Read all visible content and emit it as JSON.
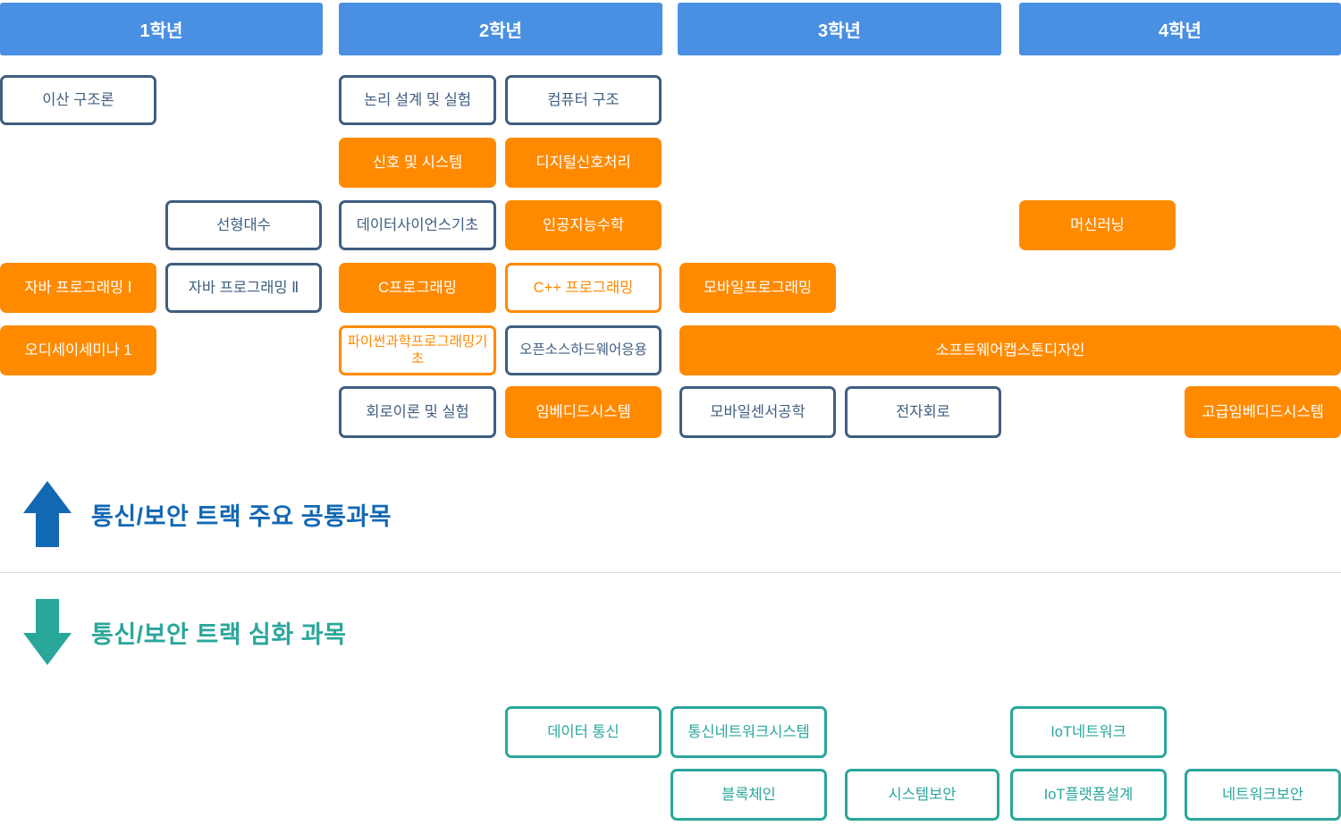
{
  "years": {
    "y1": "1학년",
    "y2": "2학년",
    "y3": "3학년",
    "y4": "4학년"
  },
  "courses": {
    "discrete_structures": "이산 구조론",
    "logic_design_lab": "논리 설계 및 실험",
    "computer_architecture": "컴퓨터 구조",
    "signals_systems": "신호 및 시스템",
    "digital_signal_processing": "디지털신호처리",
    "linear_algebra": "선형대수",
    "data_science_basics": "데이터사이언스기초",
    "ai_math": "인공지능수학",
    "machine_learning": "머신러닝",
    "java_programming_1": "자바 프로그래밍 Ⅰ",
    "java_programming_2": "자바 프로그래밍 Ⅱ",
    "c_programming": "C프로그래밍",
    "cpp_programming": "C++ 프로그래밍",
    "mobile_programming": "모바일프로그래밍",
    "odyssey_seminar_1": "오디세이세미나 1",
    "python_scientific_programming": "파이썬과학프로그래밍기초",
    "open_source_hardware": "오픈소스하드웨어응용",
    "software_capstone_design": "소프트웨어캡스톤디자인",
    "circuit_theory_lab": "회로이론 및 실험",
    "embedded_systems": "임베디드시스템",
    "mobile_sensor_engineering": "모바일센서공학",
    "electronic_circuits": "전자회로",
    "advanced_embedded_systems": "고급임베디드시스템",
    "data_communication": "데이터 통신",
    "comm_network_systems": "통신네트워크시스템",
    "iot_network": "IoT네트워크",
    "blockchain": "블록체인",
    "system_security": "시스템보안",
    "iot_platform_design": "IoT플랫폼설계",
    "network_security": "네트워크보안"
  },
  "legend": {
    "common_label": "통신/보안 트랙 주요 공통과목",
    "advanced_label": "통신/보안 트랙 심화 과목"
  },
  "colors": {
    "header_blue": "#4a90e2",
    "course_orange": "#ff8a00",
    "course_slate": "#3f5e80",
    "track_teal": "#2aa79b",
    "legend_blue": "#1268b3",
    "divider_gray": "#dcdcdc"
  }
}
